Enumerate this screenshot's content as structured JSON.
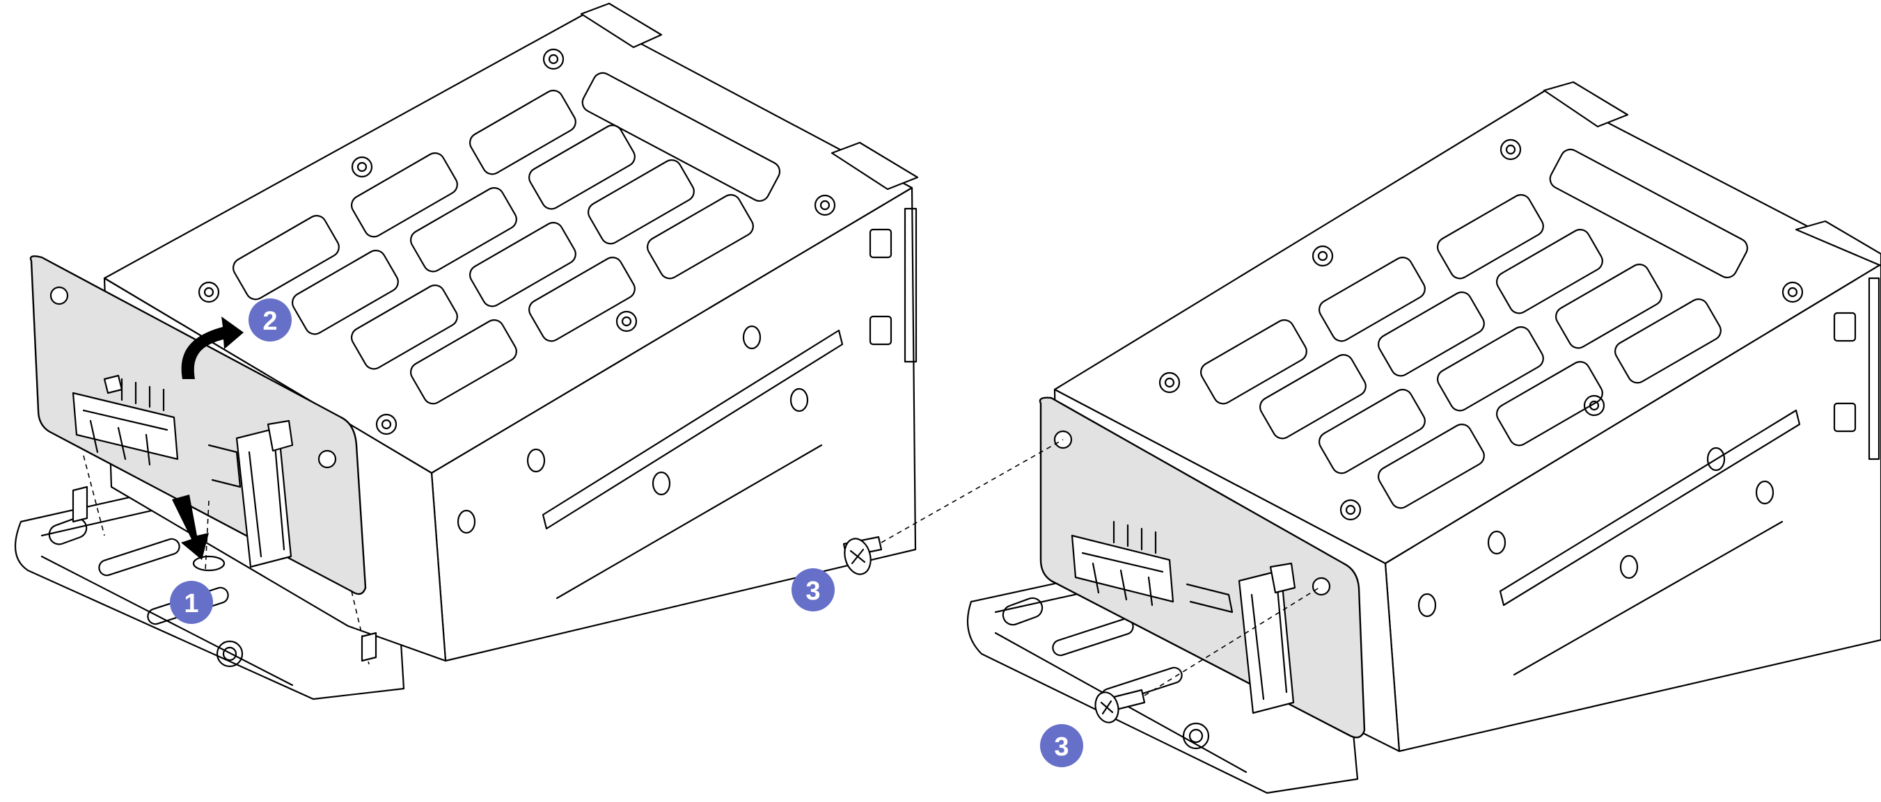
{
  "figure": {
    "callouts": [
      {
        "id": "callout-1",
        "label": "1"
      },
      {
        "id": "callout-2",
        "label": "2"
      },
      {
        "id": "callout-3a",
        "label": "3"
      },
      {
        "id": "callout-3b",
        "label": "3"
      }
    ]
  },
  "colors": {
    "callout": "#6670c8",
    "plate": "#e2e2e2",
    "line": "#000000",
    "background": "#ffffff"
  }
}
